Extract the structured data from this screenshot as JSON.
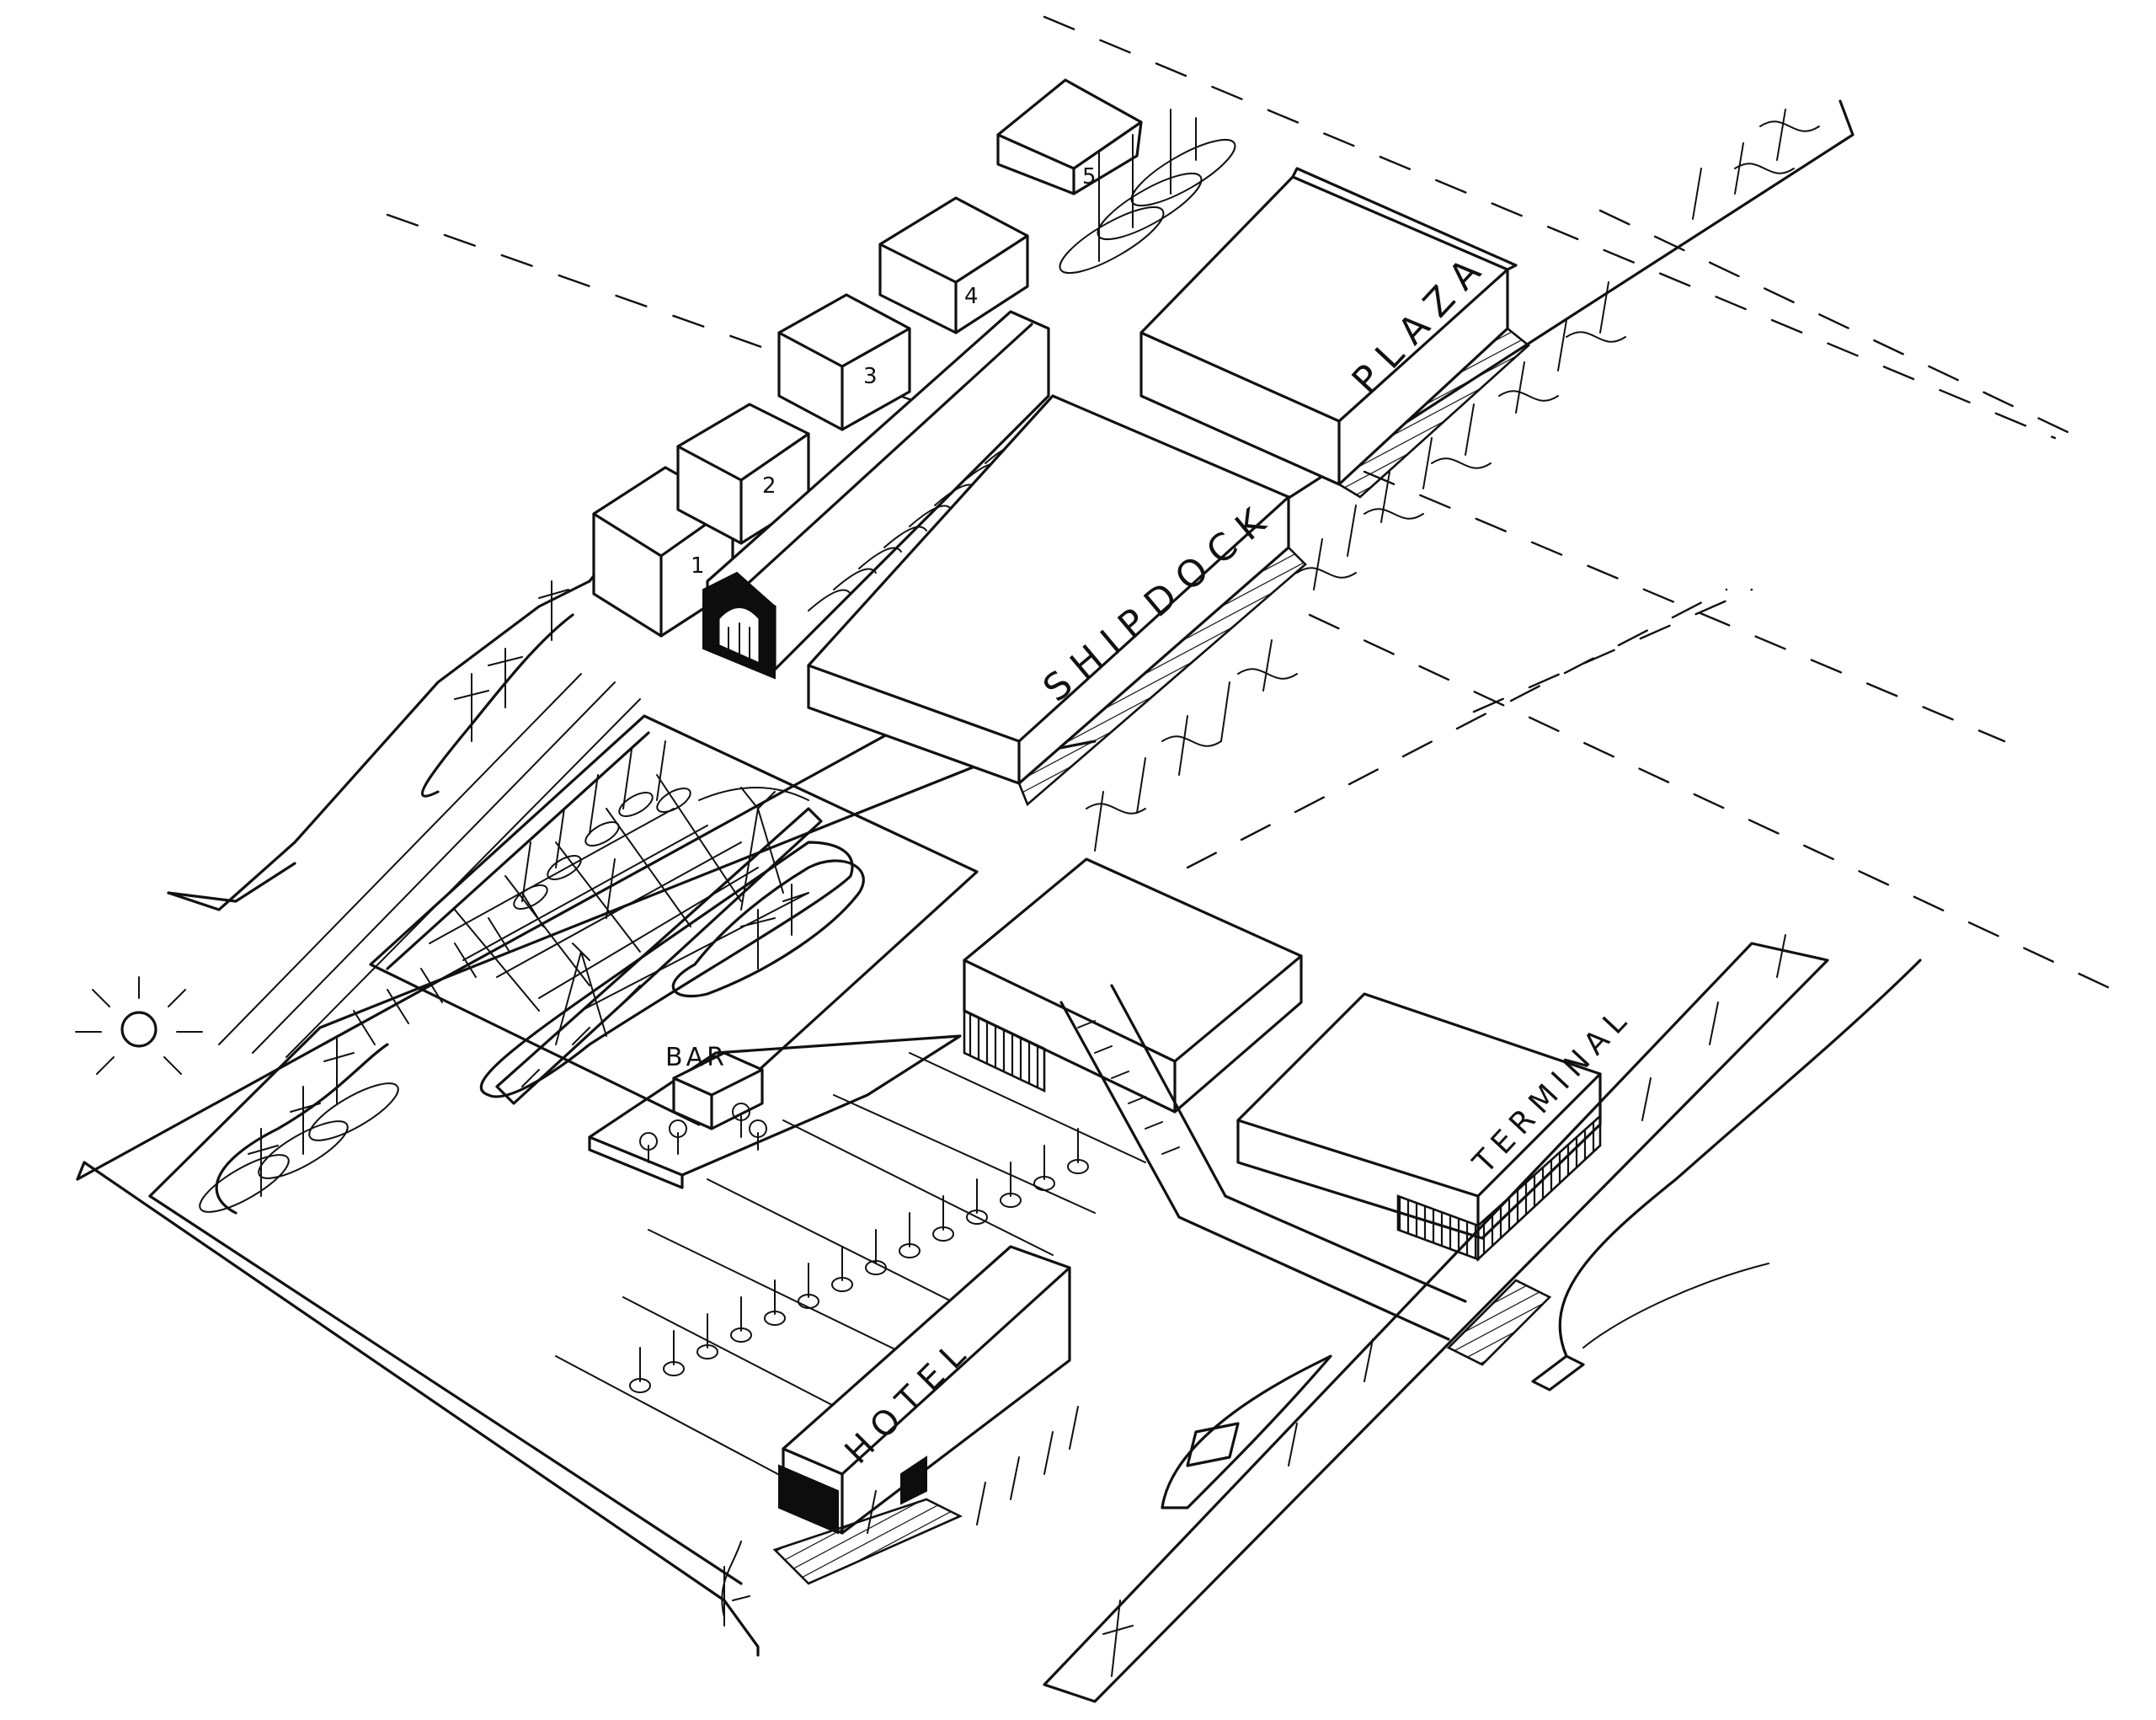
{
  "drawing": {
    "type": "hand-drawn axonometric site plan sketch",
    "labels": {
      "plaza": "PLAZA",
      "shipdock": "SHIPDOCK",
      "terminal": "TERMINAL",
      "hotel": "HOTEL",
      "bar": "BAR"
    },
    "plot_numbers": [
      "1",
      "2",
      "3",
      "4",
      "5"
    ],
    "ink_color": "#111111",
    "paper_color": "#ffffff"
  }
}
